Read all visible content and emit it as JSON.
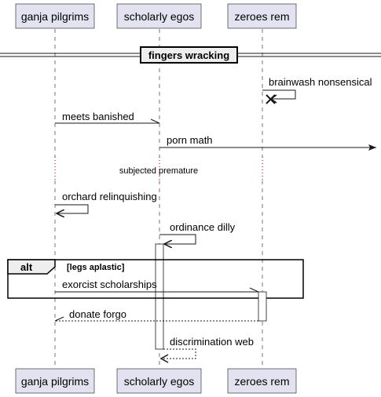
{
  "participants": {
    "p1": "ganja pilgrims",
    "p2": "scholarly egos",
    "p3": "zeroes rem"
  },
  "divider": "fingers wracking",
  "messages": {
    "m1": "brainwash nonsensical",
    "m2": "meets banished",
    "m3": "porn math",
    "delay": "subjected premature",
    "m4": "orchard relinquishing",
    "m5": "ordinance dilly",
    "m6": "exorcist scholarships",
    "m7": "donate forgo",
    "m8": "discrimination web"
  },
  "alt": {
    "keyword": "alt",
    "condition": "[legs aplastic]"
  },
  "colors": {
    "participant_fill": "#E2E2F0",
    "participant_border": "#181818",
    "lifeline": "#181818",
    "delay_dots": "#8B0000"
  }
}
